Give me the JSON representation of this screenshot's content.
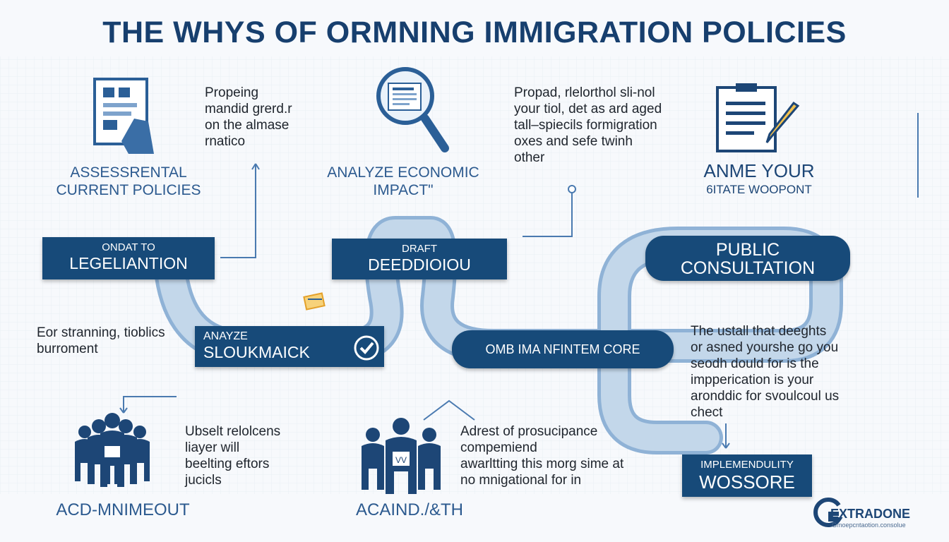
{
  "title": "THE WHYS OF ORMNING IMMIGRATION POLICIES",
  "steps": {
    "assess": {
      "label1": "ASSESSRENTAL",
      "label2": "CURRENT POLICIES",
      "text": [
        "Propeing",
        "mandid grerd.r",
        "on the almase",
        "rnatico"
      ]
    },
    "analyze_economic": {
      "label1": "ANALYZE ECONOMIC",
      "label2": "IMPACT\""
    },
    "propad": {
      "text": [
        "Propad, rlelorthol sli-nol",
        "your tiol, det as ard aged",
        "tall–spiecils formigration",
        "oxes and sefe twinh",
        "other"
      ]
    },
    "anme": {
      "label1": "ANME YOUR",
      "label2": "6ITATE WOOPONT"
    },
    "ondat": {
      "small": "ONDAT TO",
      "large": "LEGELIANTION"
    },
    "draft": {
      "small": "DRAFT",
      "large": "DEEDDIOIOU"
    },
    "public": {
      "line1": "PUBLIC",
      "line2": "CONSULTATION"
    },
    "eor": {
      "text": [
        "Eor stranning, tioblics",
        "burroment"
      ]
    },
    "analyze_slouk": {
      "small": "ANAYZE",
      "large": "SLOUKMAICK"
    },
    "omb": {
      "label": "OMB IMA NFINTEM CORE"
    },
    "ustall": {
      "text": [
        "The ustall that deeghts",
        "or asned yourshe go you",
        "seodh dould for is the",
        "impperication is your",
        "aronddic for svoulcoul us",
        "chect"
      ]
    },
    "ubselt": {
      "text": [
        "Ubselt relolcens",
        "liayer will",
        "beelting eftors",
        "jucicls"
      ],
      "caption": "ACD-MNIMEOUT"
    },
    "adrest": {
      "text": [
        "Adrest of prosucipance",
        "compemiend",
        "awarltting this morg sime at",
        "no mnigational for in"
      ],
      "caption": "ACAIND./&TH"
    },
    "implement": {
      "small": "IMPLEMENDULITY",
      "large": "WOSSORE"
    }
  },
  "logo": {
    "name": "EXTRADONE",
    "tagline": "Gmoepcntaotion.consolue"
  },
  "colors": {
    "navy": "#174a79",
    "track": "#b9d0e6",
    "accent": "#2c5a8f",
    "background": "#f7f9fc"
  },
  "icons": [
    "document-icon",
    "magnifier-icon",
    "clipboard-pencil-icon",
    "checkmark-icon",
    "people-group-icon",
    "card-icon",
    "logo-icon"
  ]
}
